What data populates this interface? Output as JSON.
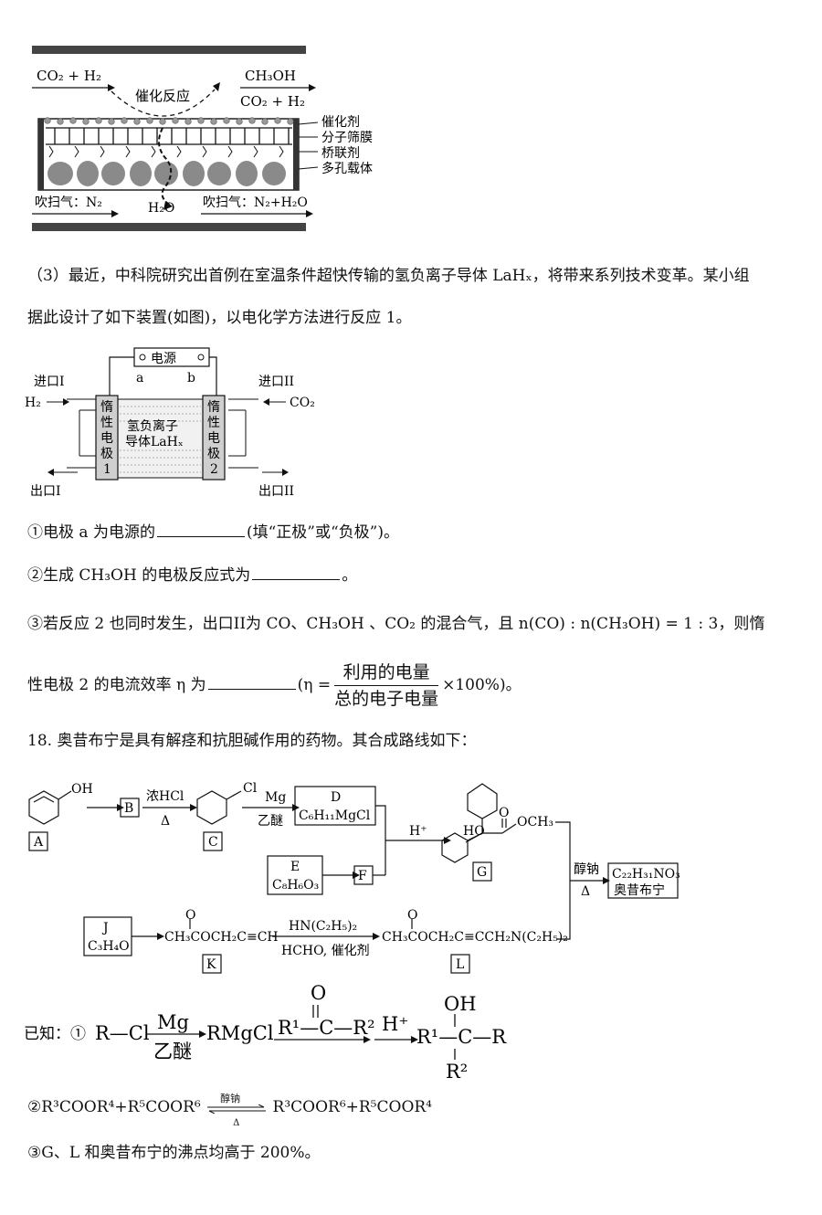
{
  "fig1": {
    "in_label": "CO₂ + H₂",
    "reaction": "催化反应",
    "out_top": "CH₃OH",
    "out_bottom": "CO₂ + H₂",
    "layers": [
      "催化剂",
      "分子筛膜",
      "桥联剂",
      "多孔载体"
    ],
    "sweep_in": "吹扫气：N₂",
    "water": "H₂O",
    "sweep_out": "吹扫气：N₂+H₂O"
  },
  "q3": {
    "line1": "（3）最近，中科院研究出首例在室温条件超快传输的氢负离子导体 LaHₓ，将带来系列技术变革。某小组",
    "line2": "据此设计了如下装置(如图)，以电化学方法进行反应 1。"
  },
  "fig2": {
    "power": "电源",
    "a": "a",
    "b": "b",
    "inlet1": "进口I",
    "inlet2": "进口II",
    "h2": "H₂",
    "co2": "CO₂",
    "electrode1": [
      "惰",
      "性",
      "电",
      "极",
      "1"
    ],
    "electrode2": [
      "惰",
      "性",
      "电",
      "极",
      "2"
    ],
    "conductor1": "氢负离子",
    "conductor2": "导体LaHₓ",
    "outlet1": "出口I",
    "outlet2": "出口II"
  },
  "sub1": {
    "before": "①电极 a 为电源的",
    "after": "(填“正极”或“负极”)。"
  },
  "sub2": {
    "before": "②生成 CH₃OH 的电极反应式为",
    "after": "。"
  },
  "sub3": {
    "line1": "③若反应 2 也同时发生，出口II为 CO、CH₃OH 、CO₂ 的混合气，且 n(CO) : n(CH₃OH) = 1 : 3，则惰",
    "before": "性电极 2 的电流效率 η 为",
    "eta": "(η =",
    "num": "利用的电量",
    "den": "总的电子电量",
    "after": "×100%)。"
  },
  "q18": {
    "text": "18. 奥昔布宁是具有解痉和抗胆碱作用的药物。其合成路线如下："
  },
  "scheme": {
    "A": "A",
    "B": "B",
    "C": "C",
    "D": "D",
    "E": "E",
    "F": "F",
    "G": "G",
    "J": "J",
    "K": "K",
    "L": "L",
    "oh": "OH",
    "cl": "Cl",
    "hcl": "浓HCl",
    "delta": "Δ",
    "mg": "Mg",
    "ether": "乙醚",
    "d_formula": "C₆H₁₁MgCl",
    "e_formula": "C₈H₆O₃",
    "hplus": "H⁺",
    "g_ho": "HO",
    "g_o": "O",
    "g_och3": "OCH₃",
    "naoet": "醇钠",
    "prod_formula": "C₂₂H₃₁NO₃",
    "prod_name": "奥昔布宁",
    "j_formula": "C₃H₄O",
    "k_formula": "CH₃COCH₂C≡CH",
    "reagent1": "HN(C₂H₅)₂",
    "reagent2": "HCHO, 催化剂",
    "l_formula": "CH₃COCH₂C≡CCH₂N(C₂H₅)₂",
    "o": "O"
  },
  "known": {
    "prefix": "已知：①",
    "rcl": "R—Cl",
    "mg": "Mg",
    "ether": "乙醚",
    "rmgcl": "RMgCl",
    "ketone": "R¹—C—R²",
    "o": "O",
    "hplus": "H⁺",
    "product": "R¹—C—R",
    "oh": "OH",
    "r2": "R²",
    "eq2": "②R³COOR⁴+R⁵COOR⁶",
    "eq2_cat": "醇钠",
    "eq2_delta": "Δ",
    "eq2_prod": "R³COOR⁶+R⁵COOR⁴",
    "eq3": "③G、L 和奥昔布宁的沸点均高于 200%。"
  }
}
